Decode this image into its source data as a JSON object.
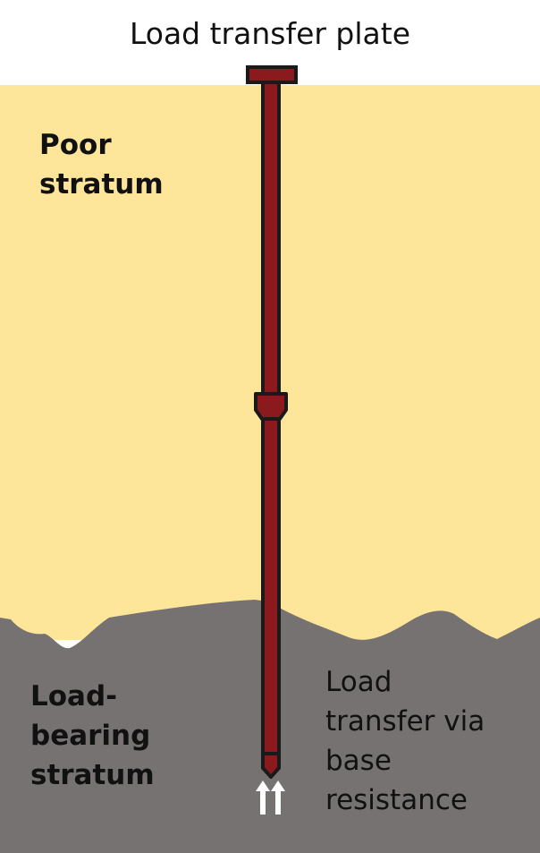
{
  "diagram": {
    "title": "Load transfer plate",
    "upper_layer_label": "Poor\nstratum",
    "lower_layer_label": "Load-\nbearing\nstratum",
    "transfer_label": "Load\ntransfer via\nbase\nresistance"
  },
  "colors": {
    "sky": "#ffffff",
    "poor_stratum": "#fde59a",
    "bearing_stratum": "#767272",
    "pile": "#8b1a1f",
    "outline": "#1a1a1a",
    "arrows": "#ffffff"
  }
}
